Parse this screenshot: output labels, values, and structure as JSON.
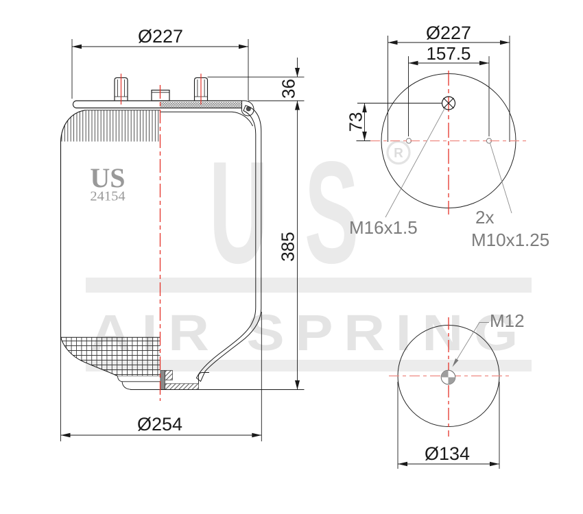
{
  "title": "Air spring technical drawing",
  "part": {
    "brand": "US",
    "number": "24154"
  },
  "watermark": {
    "brand": "US",
    "registered": "R",
    "band_text": "AIR SPRING"
  },
  "views": {
    "side": {
      "top_diameter": "Ø227",
      "stud_height": "36",
      "height": "385",
      "bottom_diameter": "Ø254"
    },
    "top": {
      "outer_diameter": "Ø227",
      "stud_spacing": "157.5",
      "center_offset": "73",
      "center_thread": "M16x1.5",
      "stud_count": "2x",
      "stud_thread": "M10x1.25"
    },
    "bottom": {
      "plate_diameter": "Ø134",
      "center_thread": "M12"
    }
  },
  "colors": {
    "line_black": "#1a1a1a",
    "centerline_red": "#e5332a",
    "dashed_red": "#ee8880",
    "leader_gray": "#8c8c8c",
    "label_gray": "#7c7c7c",
    "brand_gray": "#999999",
    "watermark_gray": "#ececec"
  }
}
